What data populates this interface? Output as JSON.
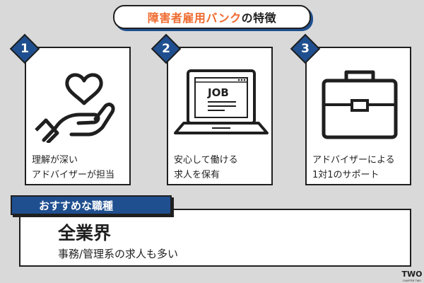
{
  "title": {
    "accent": "障害者雇用バンク",
    "suffix": "の特徴"
  },
  "features": [
    {
      "number": "1",
      "icon": "heart-hand-icon",
      "text": "理解が深い\nアドバイザーが担当"
    },
    {
      "number": "2",
      "icon": "job-laptop-icon",
      "text": "安心して働ける\n求人を保有"
    },
    {
      "number": "3",
      "icon": "briefcase-icon",
      "text": "アドバイザーによる\n1対1のサポート"
    }
  ],
  "jobs": {
    "tab_label": "おすすめな職種",
    "main": "全業界",
    "sub": "事務/管理系の求人も多い"
  },
  "icon_text": {
    "laptop_label": "JOB"
  },
  "logo": {
    "text": "TWO",
    "subtext": "CHAPTER TWO"
  },
  "colors": {
    "accent": "#ee6a2e",
    "navy": "#1f4f8f",
    "ink": "#1f1f1f",
    "background": "#d9d9d9"
  }
}
